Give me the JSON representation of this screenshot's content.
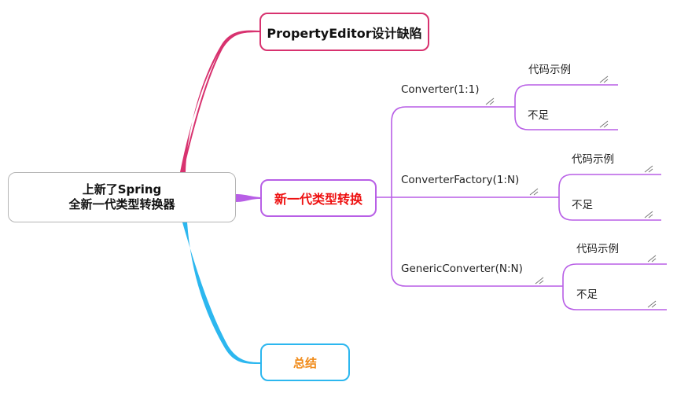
{
  "root": {
    "line1": "上新了Spring",
    "line2": "全新一代类型转换器"
  },
  "branches": [
    {
      "label": "PropertyEditor设计缺陷",
      "color": "#d8326f"
    },
    {
      "label": "新一代类型转换",
      "color": "#b85fe6"
    },
    {
      "label": "总结",
      "color": "#2cb7ef"
    }
  ],
  "converters": [
    {
      "label": "Converter(1:1)",
      "example": "代码示例",
      "shortcoming": "不足"
    },
    {
      "label": "ConverterFactory(1:N)",
      "example": "代码示例",
      "shortcoming": "不足"
    },
    {
      "label": "GenericConverter(N:N)",
      "example": "代码示例",
      "shortcoming": "不足"
    }
  ]
}
